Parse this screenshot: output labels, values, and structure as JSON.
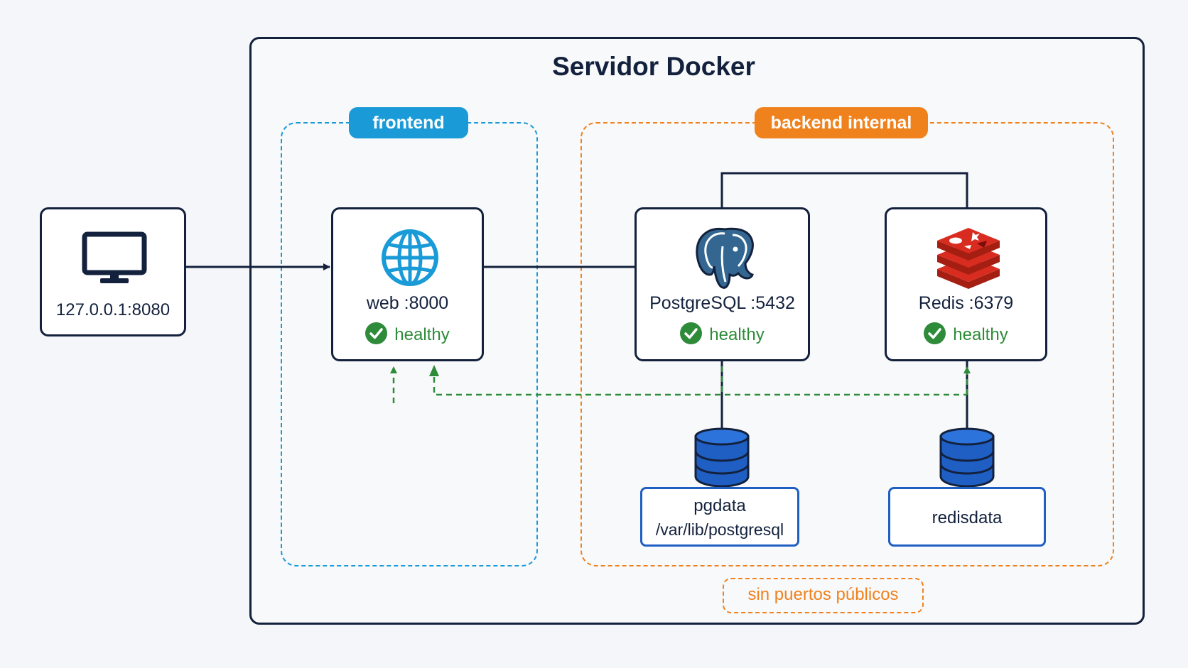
{
  "host": {
    "title": "Servidor Docker"
  },
  "client": {
    "label": "127.0.0.1:8080",
    "icon": "monitor-icon"
  },
  "networks": {
    "frontend": {
      "label": "frontend",
      "color": "#1a9bd8"
    },
    "backend": {
      "label": "backend internal",
      "color": "#f0821e"
    }
  },
  "services": [
    {
      "name": "web :8000",
      "status": "healthy",
      "icon": "globe-icon"
    },
    {
      "name": "PostgreSQL :5432",
      "status": "healthy",
      "icon": "postgresql-elephant-icon"
    },
    {
      "name": "Redis :6379",
      "status": "healthy",
      "icon": "redis-icon"
    }
  ],
  "volumes": [
    {
      "name": "pgdata",
      "path": "/var/lib/postgresql",
      "icon": "database-icon"
    },
    {
      "name": "redisdata",
      "icon": "database-icon"
    }
  ],
  "note": "sin puertos públicos",
  "colors": {
    "dark": "#13213d",
    "healthy": "#2e8b3a",
    "volume": "#1f5fc4",
    "redis": "#d82c20"
  }
}
